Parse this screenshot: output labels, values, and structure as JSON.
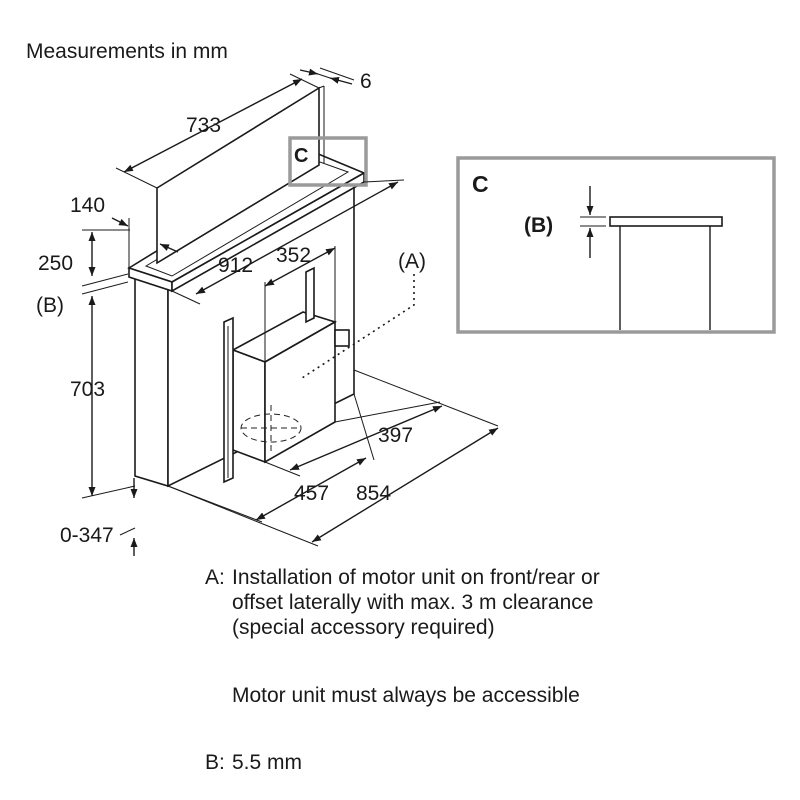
{
  "header": {
    "measurements_label": "Measurements in mm"
  },
  "dimensions": {
    "d6": "6",
    "d733": "733",
    "d140": "140",
    "d250": "250",
    "d912": "912",
    "d352": "352",
    "d703": "703",
    "d397": "397",
    "d457": "457",
    "d854": "854",
    "d0_347": "0-347"
  },
  "markers": {
    "A_label": "(A)",
    "B_label": "(B)",
    "C_label": "C",
    "detail_title": "C",
    "detail_B_label": "(B)"
  },
  "notes": {
    "a_key": "A:",
    "a_lines": [
      "Installation of motor unit on front/rear or",
      "offset laterally with max. 3 m clearance",
      "(special accessory required)"
    ],
    "motor_note": "Motor unit must always be accessible",
    "b_key": "B:",
    "b_value": "5.5 mm"
  }
}
